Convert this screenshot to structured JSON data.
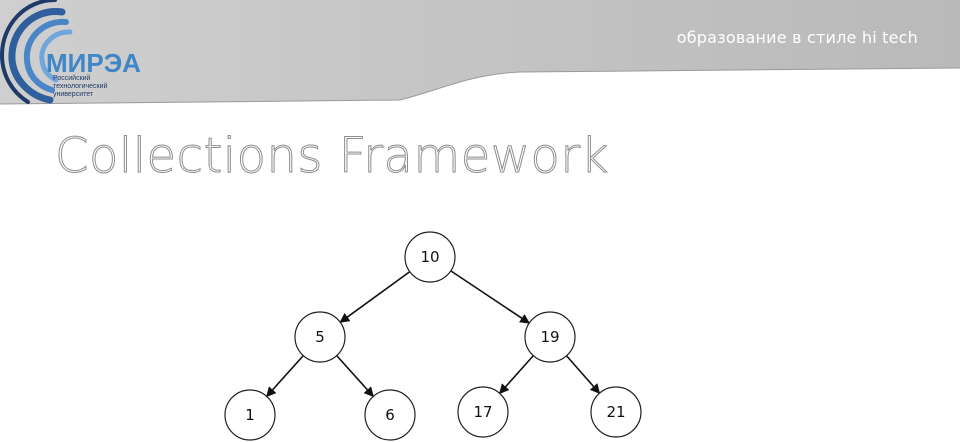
{
  "header": {
    "slogan": "образование в стиле hi tech",
    "logo": {
      "name": "МИРЭА",
      "subtitle_lines": [
        "Российский",
        "технологический",
        "университет"
      ]
    }
  },
  "slide": {
    "title": "Collections Framework"
  },
  "tree": {
    "nodes": [
      {
        "id": "n10",
        "label": "10"
      },
      {
        "id": "n5",
        "label": "5"
      },
      {
        "id": "n19",
        "label": "19"
      },
      {
        "id": "n1",
        "label": "1"
      },
      {
        "id": "n6",
        "label": "6"
      },
      {
        "id": "n17",
        "label": "17"
      },
      {
        "id": "n21",
        "label": "21"
      }
    ],
    "edges": [
      {
        "from": "n10",
        "to": "n5"
      },
      {
        "from": "n10",
        "to": "n19"
      },
      {
        "from": "n5",
        "to": "n1"
      },
      {
        "from": "n5",
        "to": "n6"
      },
      {
        "from": "n19",
        "to": "n17"
      },
      {
        "from": "n19",
        "to": "n21"
      }
    ]
  }
}
